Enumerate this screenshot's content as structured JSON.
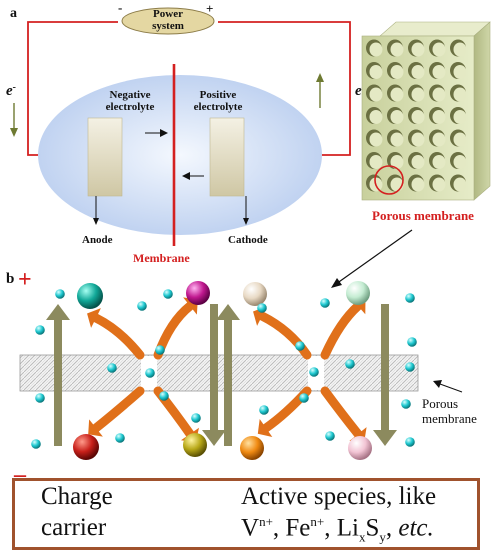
{
  "panel_a": {
    "panel_label": "a",
    "power_system": "Power system",
    "minus": "-",
    "plus": "+",
    "electron_left": "e⁻",
    "electron_right": "e⁻",
    "negative_electrolyte": "Negative electrolyte",
    "positive_electrolyte": "Positive electrolyte",
    "anode": "Anode",
    "cathode": "Cathode",
    "membrane": "Membrane",
    "porous_membrane": "Porous membrane"
  },
  "panel_b": {
    "panel_label": "b",
    "plus": "+",
    "minus": "–",
    "porous_membrane_line1": "Porous",
    "porous_membrane_line2": "membrane"
  },
  "legend": {
    "charge": "Charge",
    "carrier": "carrier",
    "active_species_line1": "Active species, like",
    "active_species_line2_html": "Vⁿ⁺, Feⁿ⁺, LixSy, etc."
  },
  "colors": {
    "red": "#d42020",
    "arrow_olive": "#8c8a5e",
    "arrow_orange": "#e0701a",
    "border_brown": "#a0522d",
    "ellipse": "#c4d6f2",
    "electrode": "#e2dcc4",
    "porous_block": "#dbe2b8",
    "carrier_cyan": "#1ec8d0"
  }
}
